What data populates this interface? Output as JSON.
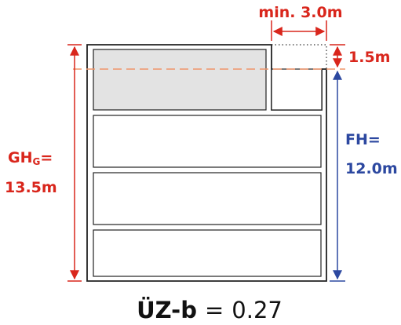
{
  "labels": {
    "setback_width": "min. 3.0m",
    "setback_height": "1.5m",
    "gh_main": "GH",
    "gh_sub": "G",
    "gh_eq": "=",
    "gh_value": "13.5m",
    "fh_label": "FH=",
    "fh_value": "12.0m"
  },
  "formula": {
    "name": "ÜZ-b",
    "operator": "=",
    "value": "0.27"
  },
  "colors": {
    "red": "#d9261c",
    "blue": "#2c48a0",
    "orange_dashed": "#f0956a",
    "building_outline": "#222222",
    "top_floor_fill": "#e3e3e3"
  },
  "building": {
    "floors": 4,
    "top_floor": "recessed"
  }
}
